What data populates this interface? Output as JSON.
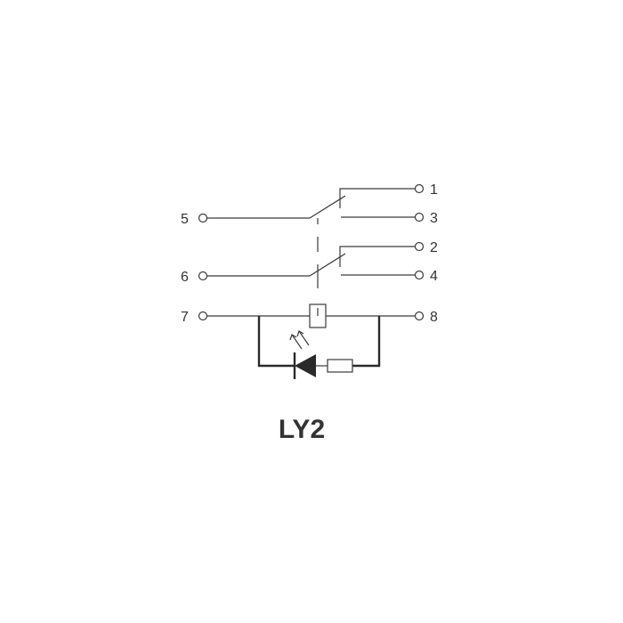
{
  "diagram": {
    "title": "LY2",
    "terminals": {
      "t1": "1",
      "t2": "2",
      "t3": "3",
      "t4": "4",
      "t5": "5",
      "t6": "6",
      "t7": "7",
      "t8": "8"
    }
  }
}
